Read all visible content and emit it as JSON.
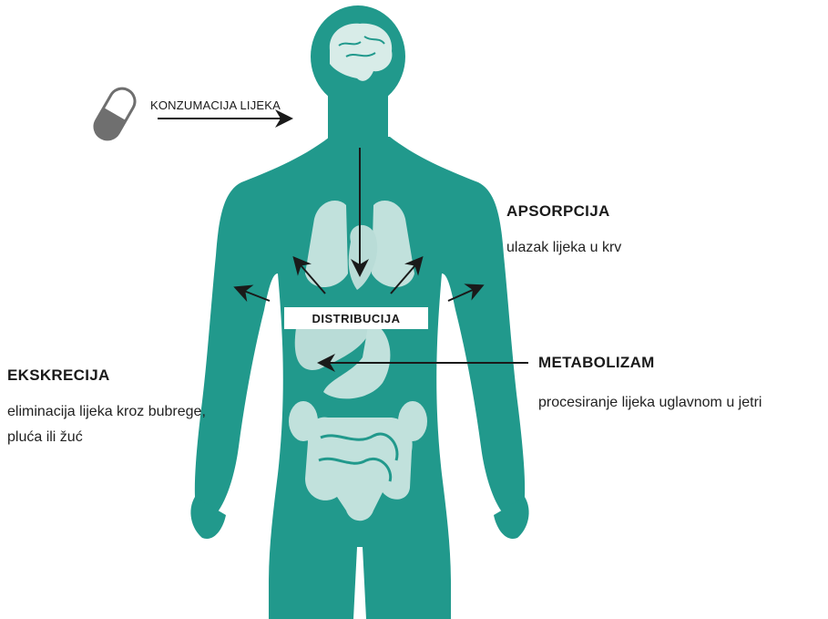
{
  "colors": {
    "body": "#21998c",
    "organ": "#d8ece8",
    "arrow": "#1a1a1a",
    "capsule_dark": "#6f6f6f",
    "capsule_light": "#ffffff"
  },
  "icons": {
    "capsule": "capsule-icon",
    "brain": "brain-icon",
    "lungs": "lungs-icon",
    "heart": "heart-icon",
    "liver": "liver-icon",
    "stomach": "stomach-icon",
    "kidneys": "kidneys-icon",
    "intestines": "intestines-icon"
  },
  "labels": {
    "konzumacija": "KONZUMACIJA LIJEKA",
    "distribucija": "DISTRIBUCIJA",
    "apsorpcija": {
      "title": "APSORPCIJA",
      "desc": "ulazak lijeka u krv"
    },
    "metabolizam": {
      "title": "METABOLIZAM",
      "desc": "procesiranje lijeka uglavnom u jetri"
    },
    "ekskrecija": {
      "title": "EKSKRECIJA",
      "desc": "eliminacija lijeka kroz bubrege, pluća ili žuć"
    }
  }
}
